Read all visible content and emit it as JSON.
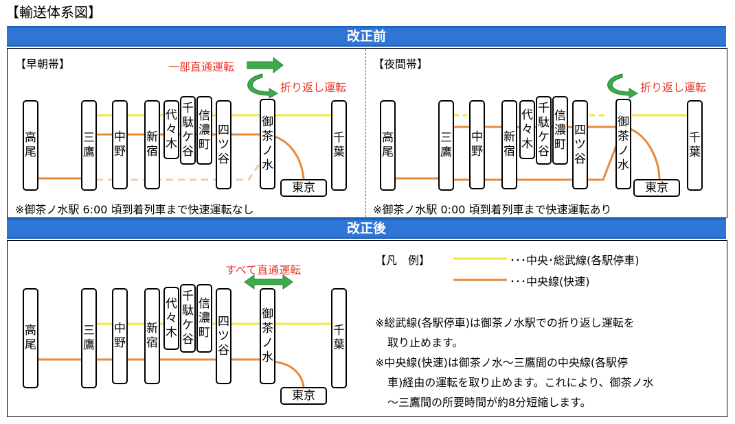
{
  "title": "【輸送体系図】",
  "before_header": "改正前",
  "after_header": "改正後",
  "early": {
    "label": "【早朝帯】",
    "direct_label": "一部直通運転",
    "turnback_label": "折り返し運転",
    "note": "※御茶ノ水駅 6:00 頃到着列車まで快速運転なし"
  },
  "night": {
    "label": "【夜間帯】",
    "turnback_label": "折り返し運転",
    "note": "※御茶ノ水駅 0:00 頃到着列車まで快速運転あり"
  },
  "after": {
    "direct_label": "すべて直通運転",
    "legend_title": "【凡　例】",
    "legend_yellow": "･･･中央･総武線(各駅停車)",
    "legend_orange": "･･･中央線(快速)",
    "note1_line1": "※総武線(各駅停車)は御茶ノ水駅での折り返し運転を",
    "note1_line2": "取り止めます。",
    "note2_line1": "※中央線(快速)は御茶ノ水～三鷹間の中央線(各駅停",
    "note2_line2": "車)経由の運転を取り止めます。これにより、御茶ノ水",
    "note2_line3": "～三鷹間の所要時間が約8分短縮します。"
  },
  "stations": {
    "takao": "高尾",
    "mitaka": "三鷹",
    "nakano": "中野",
    "shinjuku": "新宿",
    "yoyogi": "代々木",
    "sendagaya": "千駄ケ谷",
    "shinanomachi": "信濃町",
    "yotsuya": "四ツ谷",
    "ochanomizu": "御茶ノ水",
    "chiba": "千葉",
    "tokyo": "東京"
  },
  "colors": {
    "yellow_line": "#f5e63c",
    "orange_line": "#e88a3c",
    "orange_dashed": "#f4c9a3",
    "header_blue": "#2e75d6",
    "arrow_green": "#3cab4a",
    "red_text": "#e8392e"
  }
}
